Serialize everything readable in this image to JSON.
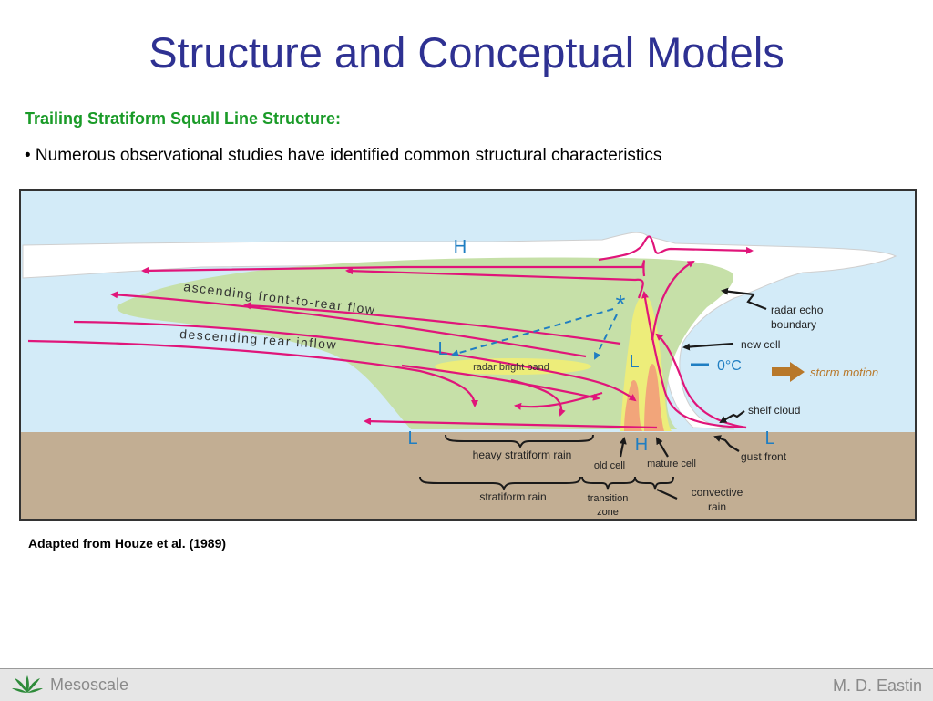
{
  "slide": {
    "title": "Structure and Conceptual Models",
    "subheading": "Trailing Stratiform Squall Line Structure:",
    "bullet": "• Numerous observational studies have identified common structural characteristics",
    "credit": "Adapted from Houze et al. (1989)"
  },
  "diagram": {
    "labels": {
      "h_top": "H",
      "flow1": "ascending front-to-rear flow",
      "flow2": "descending rear inflow",
      "l_mid": "L",
      "l_center": "L",
      "bright_band": "radar bright band",
      "star": "*",
      "radar_echo_1": "radar echo",
      "radar_echo_2": "boundary",
      "new_cell": "new cell",
      "zero_c": "0°C",
      "storm_motion": "storm motion",
      "shelf_cloud": "shelf cloud",
      "l_left": "L",
      "l_right": "L",
      "h_bottom": "H",
      "heavy_rain": "heavy stratiform rain",
      "old_cell": "old cell",
      "mature_cell": "mature cell",
      "gust_front": "gust front",
      "stratiform_rain": "stratiform rain",
      "transition_1": "transition",
      "transition_2": "zone",
      "convective_1": "convective",
      "convective_2": "rain"
    },
    "colors": {
      "sky": "#d3ebf8",
      "ground": "#c2ae93",
      "anvil": "#ffffff",
      "echo": "#c6e0a8",
      "bright_band": "#eded7a",
      "convective_core": "#f2a57a",
      "flow_arrow": "#e0157a",
      "label_blue": "#1f7ec2",
      "storm_motion": "#b8782a"
    }
  },
  "footer": {
    "left": "Mesoscale",
    "right": "M. D. Eastin"
  }
}
